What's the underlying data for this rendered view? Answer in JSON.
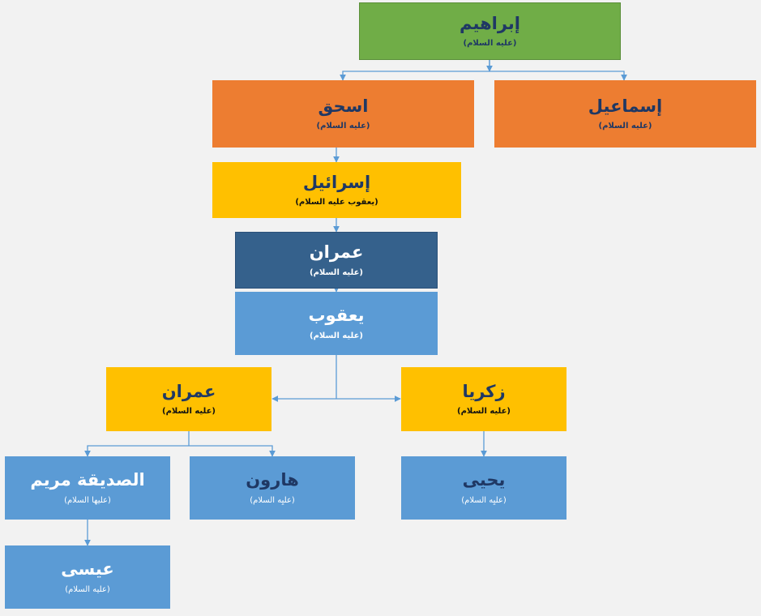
{
  "colors": {
    "green": "#70ad47",
    "orange": "#ed7d31",
    "yellow": "#ffc000",
    "navy": "#35618c",
    "blue": "#5b9bd5",
    "connector": "#5b9bd5",
    "background": "#f2f2f2"
  },
  "nodes": {
    "ibrahim": {
      "name": "إبراهيم",
      "title": "(عليه السلام)"
    },
    "ismail": {
      "name": "إسماعيل",
      "title": "(عليه السلام)"
    },
    "ishaq": {
      "name": "اسحق",
      "title": "(عليه السلام)"
    },
    "israil": {
      "name": "إسرائيل",
      "title": "(يعقوب عليه السلام)"
    },
    "imran1": {
      "name": "عمران",
      "title": "(عليه السلام)"
    },
    "yaqub": {
      "name": "يعقوب",
      "title": "(عليه السلام)"
    },
    "zakariya": {
      "name": "زكريا",
      "title": "(عليه السلام)"
    },
    "imran2": {
      "name": "عمران",
      "title": "(عليه السلام)"
    },
    "yahya": {
      "name": "يحيى",
      "title": "(عليِه السلام)"
    },
    "harun": {
      "name": "هارون",
      "title": "(عليِه السلام)"
    },
    "maryam": {
      "name": "الصديقة مريم",
      "title": "(عليها السلام)"
    },
    "isa": {
      "name": "عيسى",
      "title": "(عليه السلام)"
    }
  },
  "edges": [
    {
      "from": "ibrahim",
      "to": "ismail"
    },
    {
      "from": "ibrahim",
      "to": "ishaq"
    },
    {
      "from": "ishaq",
      "to": "israil"
    },
    {
      "from": "israil",
      "to": "imran1"
    },
    {
      "from": "imran1",
      "to": "yaqub"
    },
    {
      "from": "yaqub",
      "to": "zakariya"
    },
    {
      "from": "yaqub",
      "to": "imran2"
    },
    {
      "from": "zakariya",
      "to": "yahya"
    },
    {
      "from": "imran2",
      "to": "harun"
    },
    {
      "from": "imran2",
      "to": "maryam"
    },
    {
      "from": "maryam",
      "to": "isa"
    }
  ]
}
